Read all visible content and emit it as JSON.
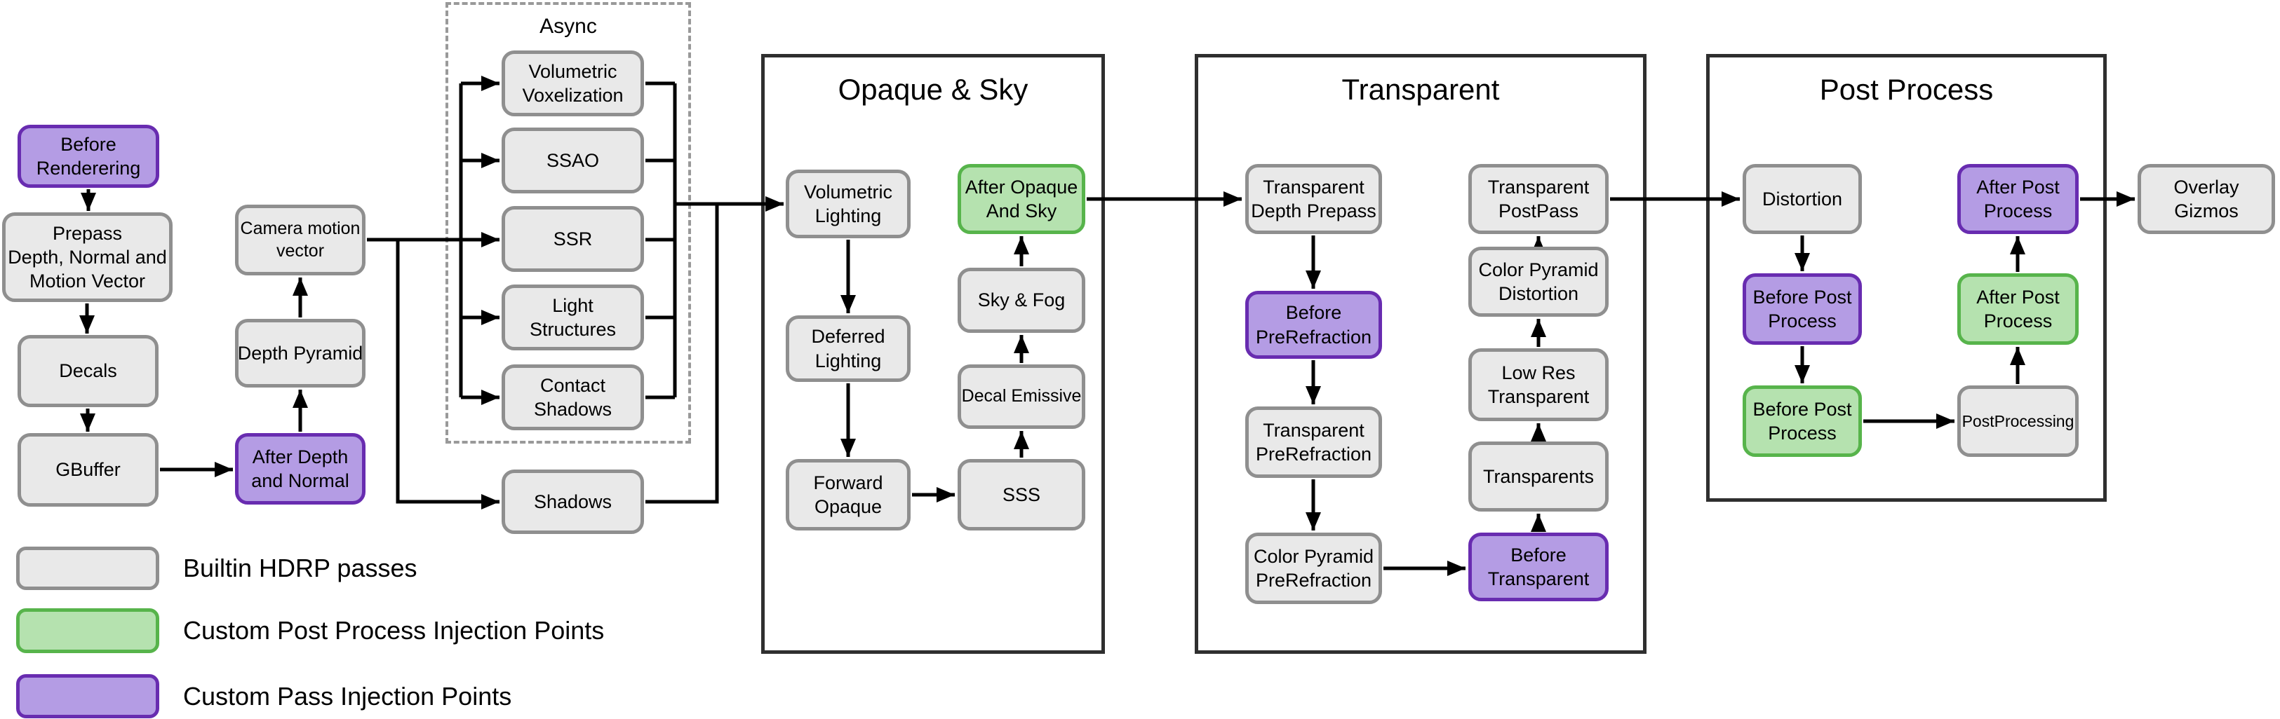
{
  "sections": {
    "async": {
      "title": "Async"
    },
    "opaque_sky": {
      "title": "Opaque & Sky"
    },
    "transparent": {
      "title": "Transparent"
    },
    "post_process": {
      "title": "Post Process"
    }
  },
  "nodes": {
    "before_rendering": {
      "label": "Before\nRenderering",
      "type": "custom-pass-injection"
    },
    "prepass": {
      "label": "Prepass\nDepth, Normal and\nMotion Vector",
      "type": "builtin"
    },
    "decals": {
      "label": "Decals",
      "type": "builtin"
    },
    "gbuffer": {
      "label": "GBuffer",
      "type": "builtin"
    },
    "camera_motion_vector": {
      "label": "Camera motion\nvector",
      "type": "builtin"
    },
    "depth_pyramid": {
      "label": "Depth Pyramid",
      "type": "builtin"
    },
    "after_depth_normal": {
      "label": "After Depth\nand Normal",
      "type": "custom-pass-injection"
    },
    "volumetric_voxelization": {
      "label": "Volumetric\nVoxelization",
      "type": "builtin"
    },
    "ssao": {
      "label": "SSAO",
      "type": "builtin"
    },
    "ssr": {
      "label": "SSR",
      "type": "builtin"
    },
    "light_structures": {
      "label": "Light\nStructures",
      "type": "builtin"
    },
    "contact_shadows": {
      "label": "Contact\nShadows",
      "type": "builtin"
    },
    "shadows": {
      "label": "Shadows",
      "type": "builtin"
    },
    "volumetric_lighting": {
      "label": "Volumetric\nLighting",
      "type": "builtin"
    },
    "deferred_lighting": {
      "label": "Deferred\nLighting",
      "type": "builtin"
    },
    "forward_opaque": {
      "label": "Forward\nOpaque",
      "type": "builtin"
    },
    "sss": {
      "label": "SSS",
      "type": "builtin"
    },
    "decal_emissive": {
      "label": "Decal Emissive",
      "type": "builtin"
    },
    "sky_fog": {
      "label": "Sky & Fog",
      "type": "builtin"
    },
    "after_opaque_sky": {
      "label": "After Opaque\nAnd Sky",
      "type": "custom-post-process-injection"
    },
    "transparent_depth_prepass": {
      "label": "Transparent\nDepth Prepass",
      "type": "builtin"
    },
    "before_prerefraction": {
      "label": "Before\nPreRefraction",
      "type": "custom-pass-injection"
    },
    "transparent_prerefraction": {
      "label": "Transparent\nPreRefraction",
      "type": "builtin"
    },
    "color_pyramid_prerefraction": {
      "label": "Color Pyramid\nPreRefraction",
      "type": "builtin"
    },
    "before_transparent": {
      "label": "Before\nTransparent",
      "type": "custom-pass-injection"
    },
    "transparents": {
      "label": "Transparents",
      "type": "builtin"
    },
    "low_res_transparent": {
      "label": "Low Res\nTransparent",
      "type": "builtin"
    },
    "color_pyramid_distortion": {
      "label": "Color Pyramid\nDistortion",
      "type": "builtin"
    },
    "transparent_postpass": {
      "label": "Transparent\nPostPass",
      "type": "builtin"
    },
    "distortion": {
      "label": "Distortion",
      "type": "builtin"
    },
    "before_post_process_custom": {
      "label": "Before Post\nProcess",
      "type": "custom-pass-injection"
    },
    "before_post_process_pp": {
      "label": "Before Post\nProcess",
      "type": "custom-post-process-injection"
    },
    "postprocessing": {
      "label": "PostProcessing",
      "type": "builtin"
    },
    "after_post_process_pp": {
      "label": "After Post\nProcess",
      "type": "custom-post-process-injection"
    },
    "after_post_process_custom": {
      "label": "After Post\nProcess",
      "type": "custom-pass-injection"
    },
    "overlay_gizmos": {
      "label": "Overlay\nGizmos",
      "type": "builtin"
    }
  },
  "legend": {
    "items": [
      {
        "label": "Builtin HDRP passes",
        "color": "#e9e9e9",
        "border": "#8f8f8f"
      },
      {
        "label": "Custom Post Process Injection Points",
        "color": "#b5e2af",
        "border": "#57b44b"
      },
      {
        "label": "Custom Pass Injection Points",
        "color": "#b49ce4",
        "border": "#682cb0"
      }
    ]
  },
  "colors": {
    "builtin_fill": "#e9e9e9",
    "builtin_border": "#8f8f8f",
    "custom_post_process_fill": "#b5e2af",
    "custom_post_process_border": "#57b44b",
    "custom_pass_fill": "#b49ce4",
    "custom_pass_border": "#682cb0",
    "arrow": "#000000",
    "section_border": "#2f2f2f",
    "async_dashed_border": "#999999"
  }
}
